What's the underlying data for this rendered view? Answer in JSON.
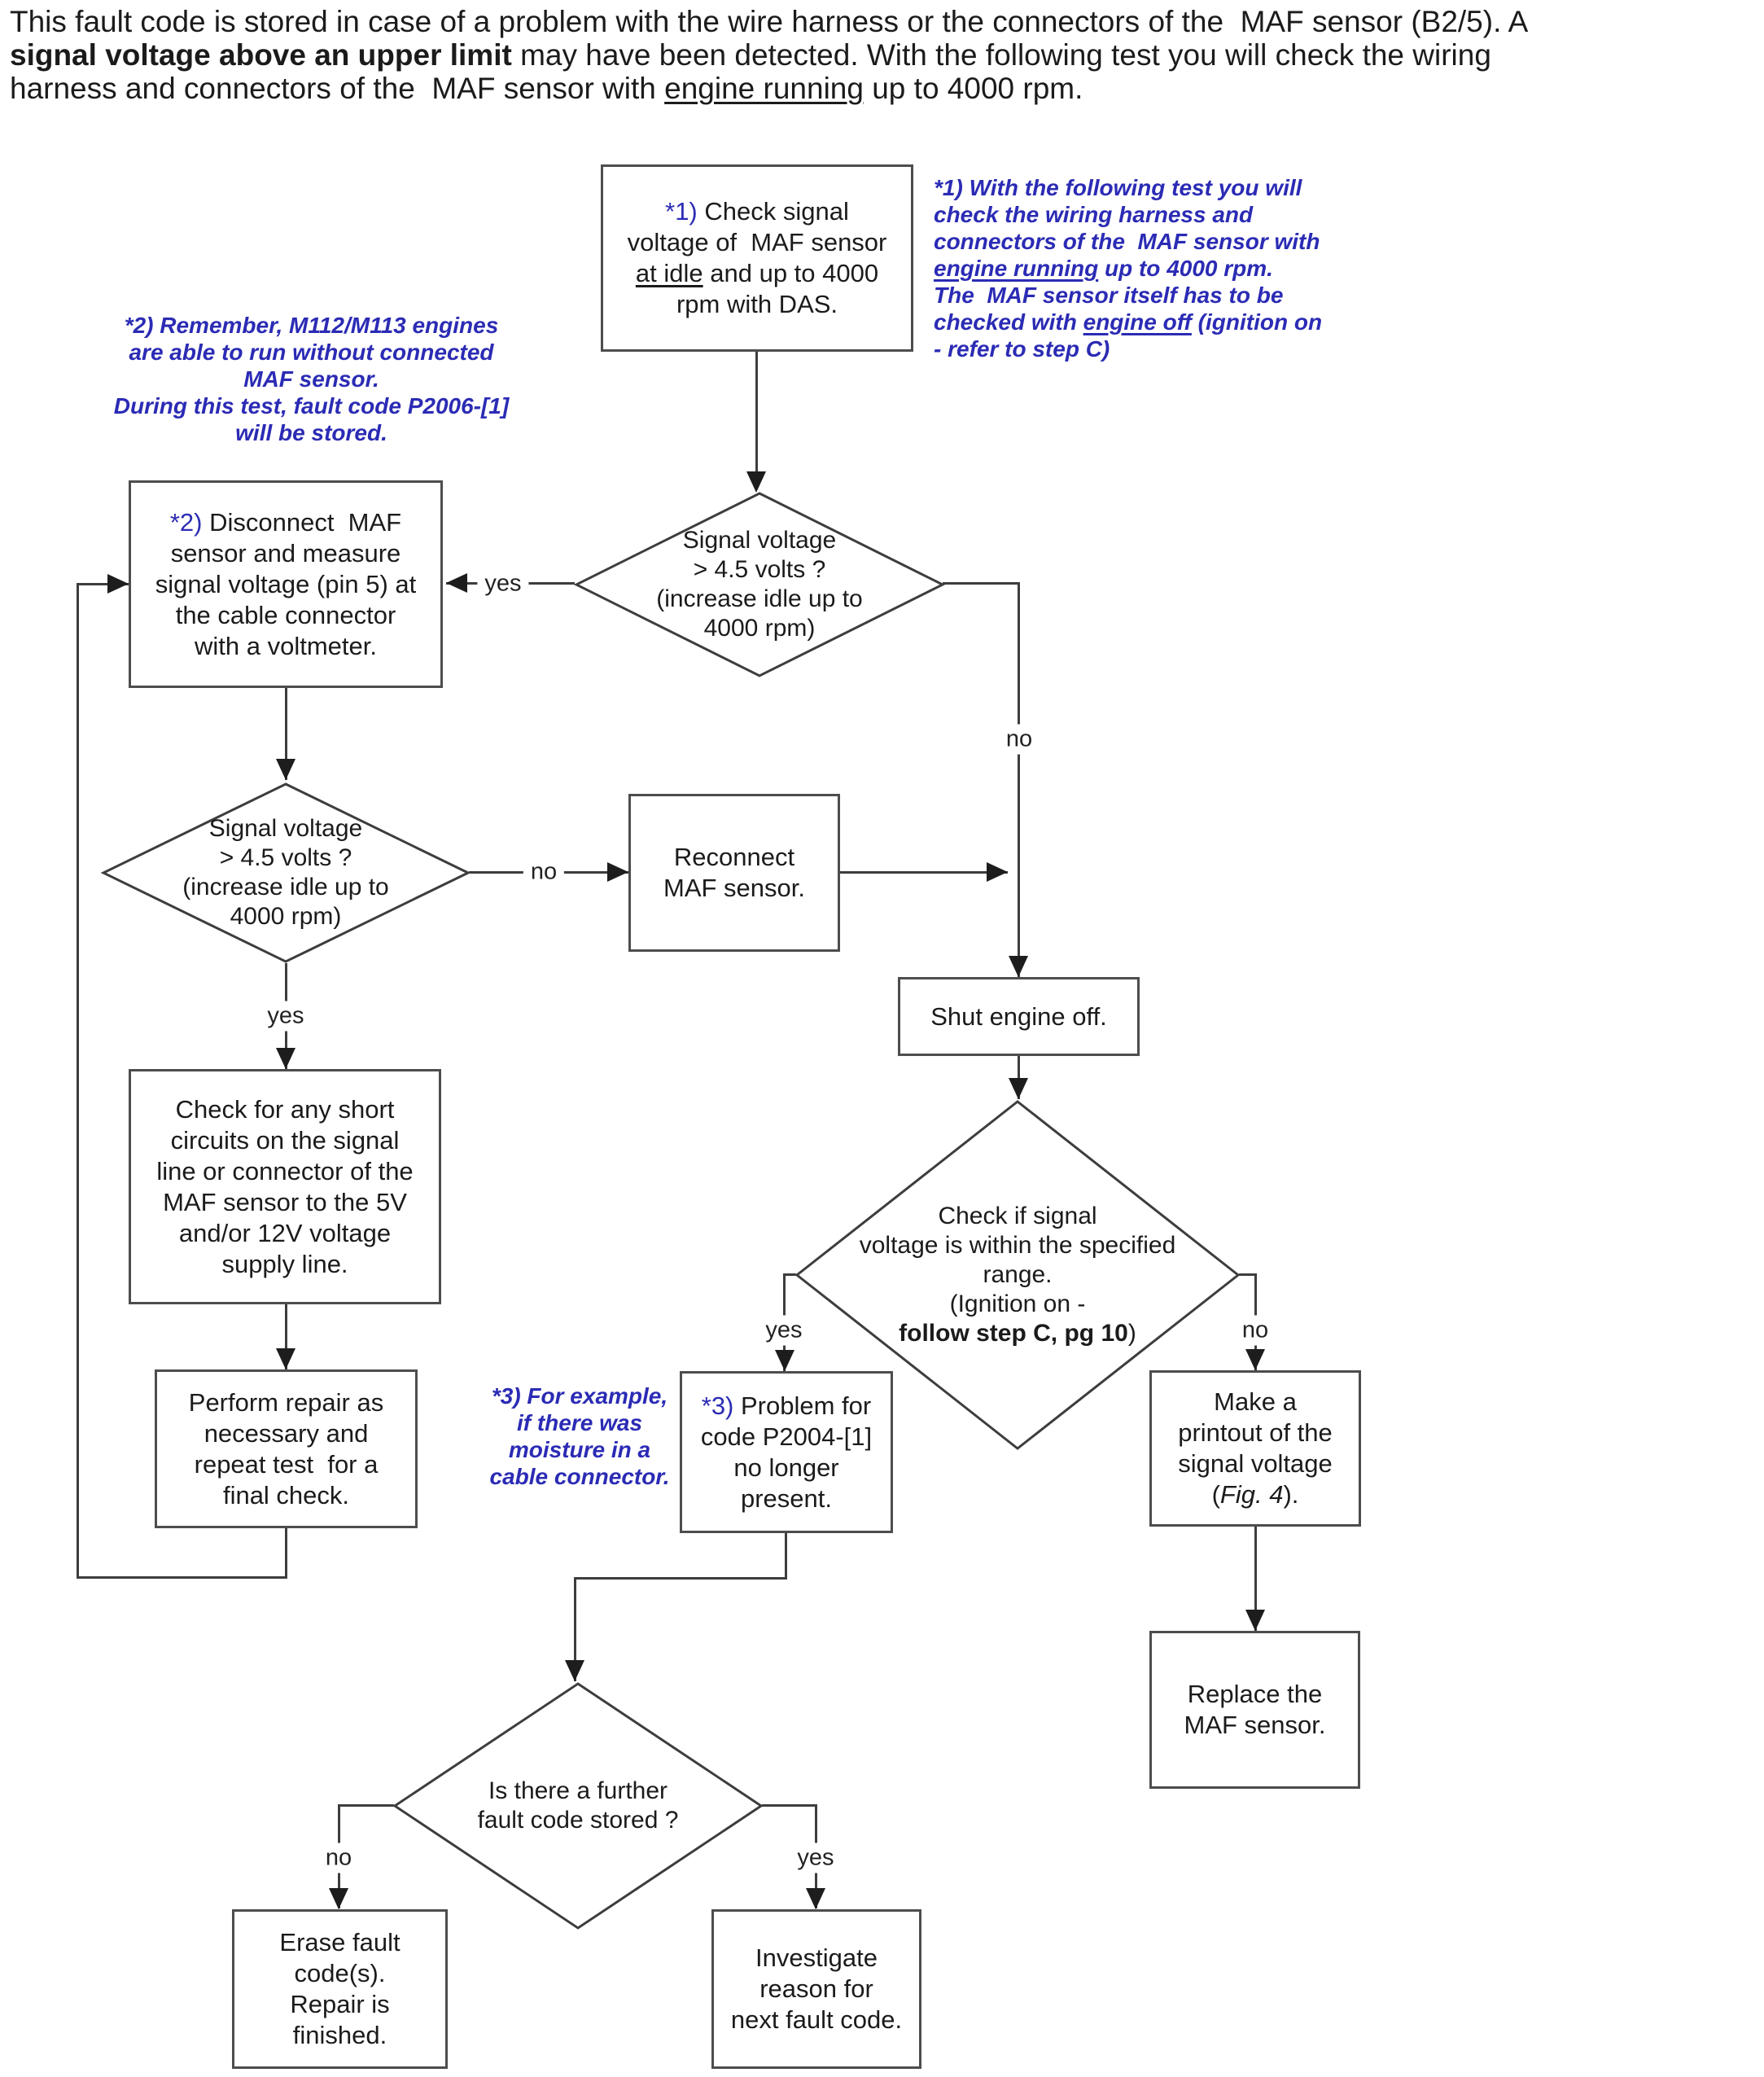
{
  "colors": {
    "annotation_blue": "#2b2bb5",
    "text": "#1b1b1b",
    "line": "#3d3d3d"
  },
  "header": {
    "lines": [
      [
        "This fault code is stored in case of a problem with the wire harness or the connectors of the  MAF sensor (B2/5). A"
      ],
      [
        {
          "t": "signal voltage above an upper limit",
          "b": true
        },
        {
          "t": " may have been detected. With the following test you will check the wiring"
        }
      ],
      [
        {
          "t": "harness and connectors of the  MAF sensor with "
        },
        {
          "t": "engine running",
          "u": true
        },
        {
          "t": " up to 4000 rpm."
        }
      ]
    ]
  },
  "nodes": {
    "check_signal": {
      "lines": [
        [
          {
            "t": "*1) ",
            "c": "blue"
          },
          {
            "t": "Check signal"
          }
        ],
        [
          "voltage of  MAF sensor"
        ],
        [
          {
            "t": "at idle",
            "u": true
          },
          {
            "t": " and up to 4000"
          }
        ],
        [
          "rpm with DAS."
        ]
      ]
    },
    "note1": {
      "lines": [
        [
          "*1) With the following test you will"
        ],
        [
          "check the wiring harness and"
        ],
        [
          "connectors of the  MAF sensor with"
        ],
        [
          {
            "t": "engine running",
            "u": true
          },
          {
            "t": " up to 4000 rpm."
          }
        ],
        [
          "The  MAF sensor itself has to be"
        ],
        [
          {
            "t": "checked with "
          },
          {
            "t": "engine off",
            "u": true
          },
          {
            "t": " (ignition on"
          }
        ],
        [
          "- refer to step C)"
        ]
      ]
    },
    "note2": {
      "lines": [
        [
          "*2) Remember, M112/M113 engines"
        ],
        [
          "are able to run without connected"
        ],
        [
          "MAF sensor."
        ],
        [
          "During this test, fault code P2006-[1]"
        ],
        [
          "will be stored."
        ]
      ]
    },
    "note3": {
      "lines": [
        [
          "*3) For example,"
        ],
        [
          "if there was"
        ],
        [
          "moisture in a"
        ],
        [
          "cable connector."
        ]
      ]
    },
    "disconnect": {
      "lines": [
        [
          {
            "t": "*2) ",
            "c": "blue"
          },
          {
            "t": "Disconnect  MAF"
          }
        ],
        [
          "sensor and measure"
        ],
        [
          "signal voltage (pin 5) at"
        ],
        [
          "the cable connector"
        ],
        [
          "with a voltmeter."
        ]
      ]
    },
    "diamond_signal_1": {
      "lines": [
        [
          "Signal voltage"
        ],
        [
          "> 4.5 volts ?"
        ],
        [
          "(increase idle up to"
        ],
        [
          "4000 rpm)"
        ]
      ]
    },
    "diamond_signal_2": {
      "lines": [
        [
          "Signal voltage"
        ],
        [
          "> 4.5 volts ?"
        ],
        [
          "(increase idle up to"
        ],
        [
          "4000 rpm)"
        ]
      ]
    },
    "reconnect": {
      "lines": [
        [
          "Reconnect"
        ],
        [
          "MAF sensor."
        ]
      ]
    },
    "shut_engine": {
      "lines": [
        [
          "Shut engine off."
        ]
      ]
    },
    "diamond_range": {
      "lines": [
        [
          "Check if signal"
        ],
        [
          "voltage is within the specified"
        ],
        [
          "range."
        ],
        [
          "(Ignition on -"
        ],
        [
          {
            "t": "follow step C, pg 10",
            "b": true
          },
          {
            "t": ")"
          }
        ]
      ]
    },
    "short_circuits": {
      "lines": [
        [
          "Check for any short"
        ],
        [
          "circuits on the signal"
        ],
        [
          "line or connector of the"
        ],
        [
          "MAF sensor to the 5V"
        ],
        [
          "and/or 12V voltage"
        ],
        [
          "supply line."
        ]
      ]
    },
    "perform_repair": {
      "lines": [
        [
          "Perform repair as"
        ],
        [
          "necessary and"
        ],
        [
          "repeat test  for a"
        ],
        [
          "final check."
        ]
      ]
    },
    "problem_gone": {
      "lines": [
        [
          {
            "t": "*3) ",
            "c": "blue"
          },
          {
            "t": "Problem for"
          }
        ],
        [
          "code P2004-[1]"
        ],
        [
          "no longer"
        ],
        [
          "present."
        ]
      ]
    },
    "make_printout": {
      "lines": [
        [
          "Make a"
        ],
        [
          "printout of the"
        ],
        [
          "signal voltage"
        ],
        [
          {
            "t": "("
          },
          {
            "t": "Fig. 4",
            "i": true
          },
          {
            "t": ")."
          }
        ]
      ]
    },
    "replace_sensor": {
      "lines": [
        [
          "Replace the"
        ],
        [
          "MAF sensor."
        ]
      ]
    },
    "diamond_further": {
      "lines": [
        [
          "Is there a further"
        ],
        [
          "fault code stored ?"
        ]
      ]
    },
    "erase_fault": {
      "lines": [
        [
          "Erase fault"
        ],
        [
          "code(s)."
        ],
        [
          "Repair is"
        ],
        [
          "finished."
        ]
      ]
    },
    "investigate": {
      "lines": [
        [
          "Investigate"
        ],
        [
          "reason for"
        ],
        [
          "next fault code."
        ]
      ]
    }
  },
  "labels": {
    "yes1": "yes",
    "no1": "no",
    "no2": "no",
    "yes2": "yes",
    "yes3": "yes",
    "no3": "no",
    "no4": "no",
    "yes4": "yes"
  }
}
